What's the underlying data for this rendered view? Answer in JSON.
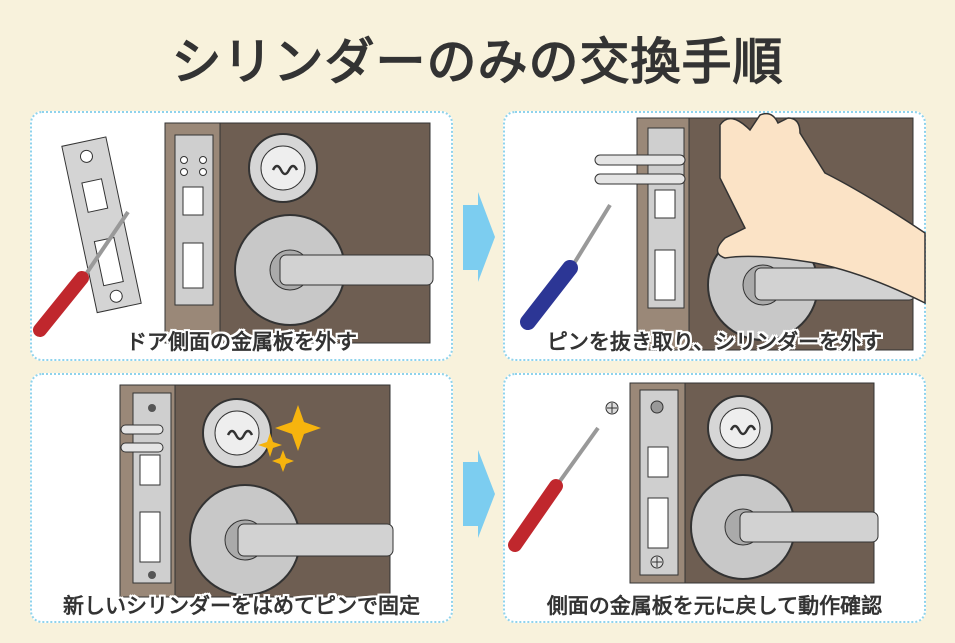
{
  "title": "シリンダーのみの交換手順",
  "steps": [
    {
      "caption": "ドア側面の金属板を外す"
    },
    {
      "caption": "ピンを抜き取り、シリンダーを外す"
    },
    {
      "caption": "新しいシリンダーをはめてピンで固定"
    },
    {
      "caption": "側面の金属板を元に戻して動作確認"
    }
  ],
  "colors": {
    "background": "#f8f2dc",
    "door": "#6e5e52",
    "arrow": "#7ccdf0",
    "panel_border": "#8fd3ec"
  }
}
